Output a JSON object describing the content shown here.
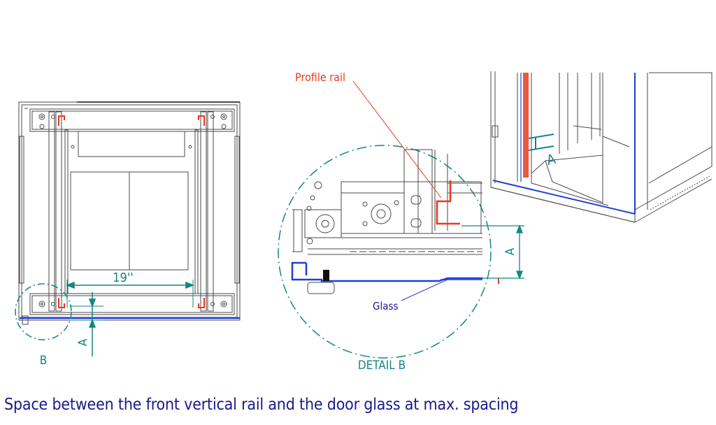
{
  "labels": {
    "profile_rail": "Profile rail",
    "glass": "Glass",
    "detail_b": "DETAIL B",
    "b": "B",
    "a_top_view": "A",
    "a_detail": "A",
    "a_iso": "A",
    "nineteen": "19''"
  },
  "caption": "Space between the front vertical rail and the door glass at max. spacing",
  "colors": {
    "line": "#3c3c3c",
    "teal": "#12877f",
    "red": "#e8391e",
    "blue": "#1f3fd6",
    "caption": "#1a1a8c"
  }
}
